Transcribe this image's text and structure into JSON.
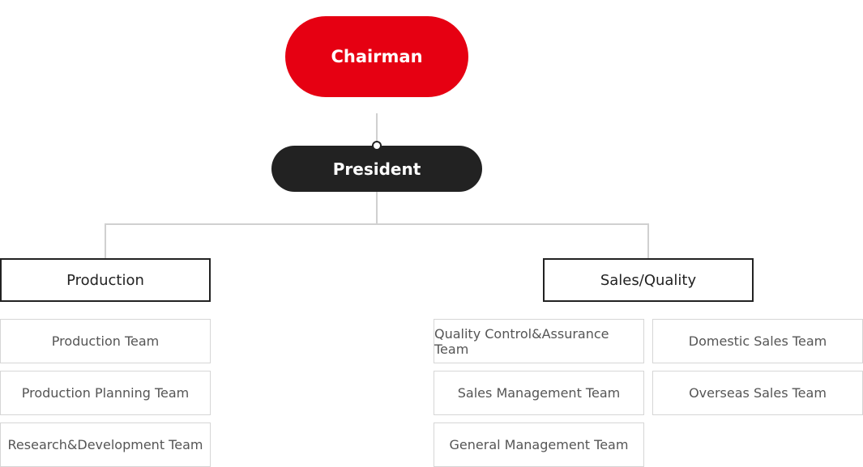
{
  "chairman": {
    "label": "Chairman",
    "color": "#e60012"
  },
  "president": {
    "label": "President",
    "color": "#222222"
  },
  "departments": {
    "production": {
      "label": "Production",
      "teams": [
        "Production Team",
        "Production Planning Team",
        "Research&Development Team"
      ]
    },
    "sales_quality": {
      "label": "Sales/Quality",
      "teams_left": [
        "Quality Control&Assurance Team",
        "Sales Management Team",
        "General Management Team"
      ],
      "teams_right": [
        "Domestic Sales Team",
        "Overseas Sales Team"
      ]
    }
  }
}
